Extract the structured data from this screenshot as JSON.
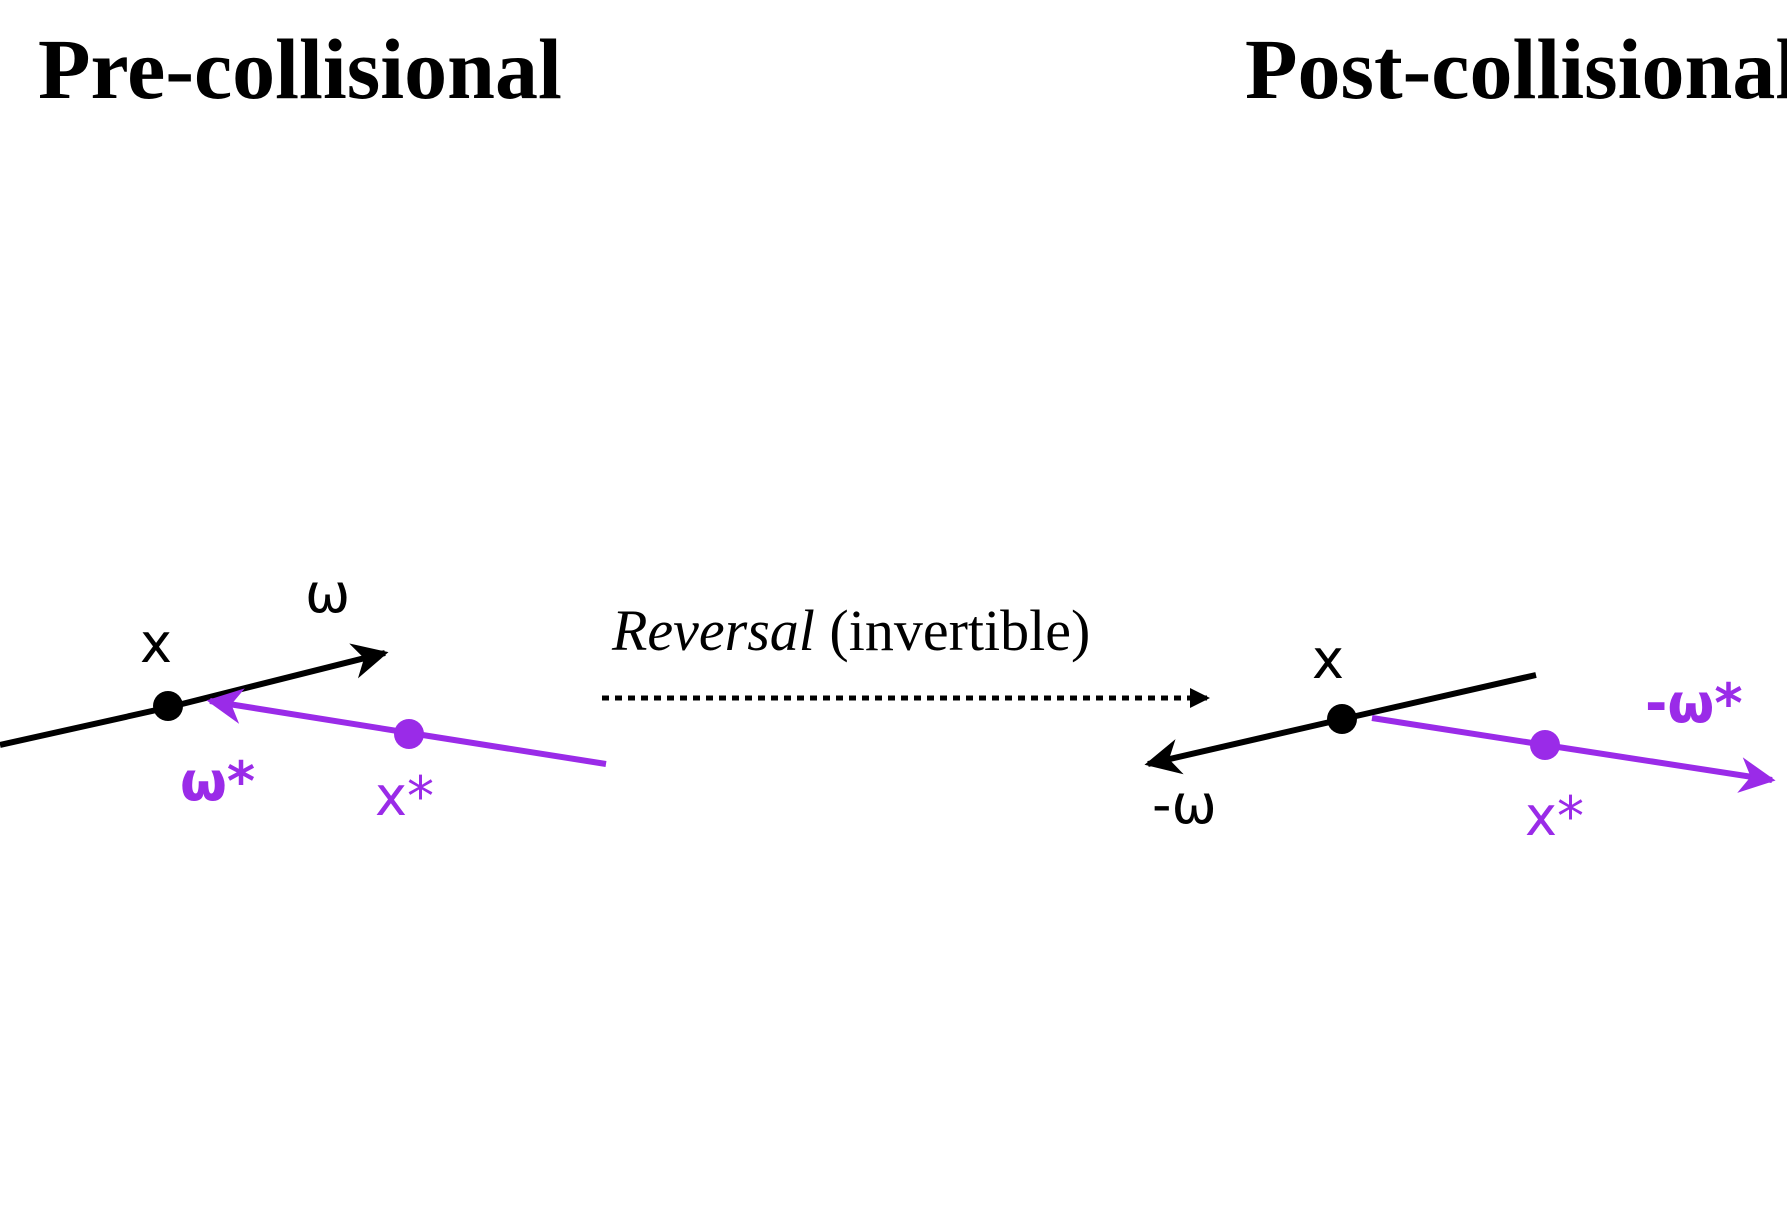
{
  "titles": {
    "pre": "Pre-collisional",
    "post": "Post-collisional"
  },
  "pre": {
    "x_label": "x",
    "omega_label": "ω",
    "omega_star_label": "ω*",
    "x_star_label": "x*"
  },
  "transition": {
    "italic": "Reversal",
    "plain": " (invertible)"
  },
  "post": {
    "x_label": "x",
    "neg_omega_label": "-ω",
    "neg_omega_star_label": "-ω*",
    "x_star_label": "x*"
  },
  "colors": {
    "black": "#000000",
    "purple": "#9a2be8"
  }
}
